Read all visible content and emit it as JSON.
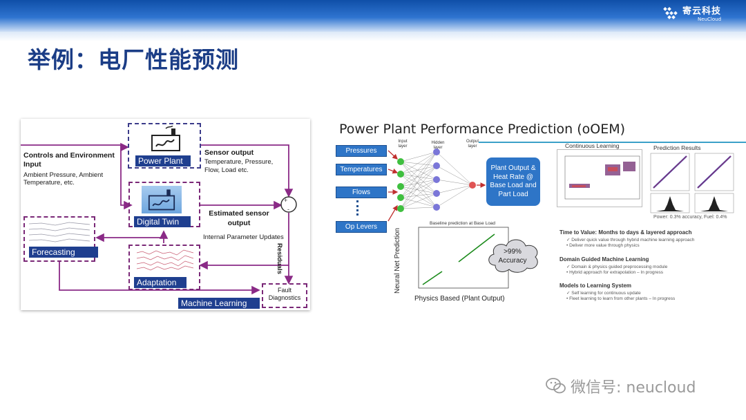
{
  "brand": {
    "name_cn": "寄云科技",
    "name_en": "NeuCloud"
  },
  "page_title": "举例：电厂性能预测",
  "left_diagram": {
    "power_plant": "Power Plant",
    "digital_twin": "Digital Twin",
    "forecasting": "Forecasting",
    "adaptation": "Adaptation",
    "machine_learning": "Machine Learning",
    "fault_diagnostics": "Fault Diagnostics",
    "controls_title": "Controls and Environment Input",
    "controls_detail": "Ambient Pressure, Ambient Temperature,  etc.",
    "sensor_output_title": "Sensor output",
    "sensor_output_detail": "Temperature, Pressure, Flow, Load etc.",
    "estimated_output": "Estimated sensor output",
    "internal_updates": "Internal Parameter Updates",
    "residuals": "Residuals"
  },
  "right_panel": {
    "title": "Power Plant Performance Prediction (oOEM)",
    "inputs": [
      "Pressures",
      "Temperatures",
      "Flows",
      "Op Levers"
    ],
    "layer_labels": {
      "input": "Input layer",
      "hidden": "Hidden layer",
      "output": "Output layer"
    },
    "output_box": "Plant Output & Heat Rate @ Base Load and Part Load",
    "scatter_title": "Baseline prediction at Base Load",
    "scatter_xlabel": "Physics Based (Plant Output)",
    "scatter_ylabel": "Neural Net Prediction",
    "accuracy_cloud": ">99% Accuracy",
    "continuous_learning": "Continuous Learning",
    "prediction_results": "Prediction Results",
    "prediction_caption": "Power: 0.3% accuracy, Fuel: 0.4%",
    "sections": [
      {
        "heading": "Time to Value: Months to days & layered approach",
        "items": [
          "Deliver quick value through hybrid machine learning approach",
          "Deliver more value through physics"
        ]
      },
      {
        "heading": "Domain Guided Machine Learning",
        "items": [
          "Domain & physics guided preprocessing module",
          "Hybrid approach for extrapolation – In progress"
        ]
      },
      {
        "heading": "Models to Learning System",
        "items": [
          "Self learning for continuous update",
          "Fleet learning to learn from other plants – In progress"
        ]
      }
    ]
  },
  "watermark": "微信号: neucloud"
}
